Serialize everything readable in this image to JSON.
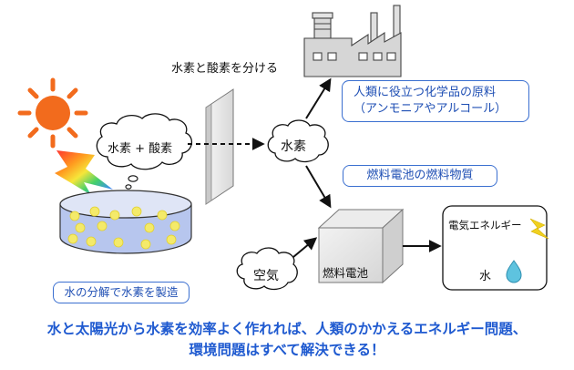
{
  "labels": {
    "separate": "水素と酸素を分ける",
    "cloud_left": "水素 + 酸素",
    "hydrogen": "水素",
    "air": "空気",
    "fuel_cell": "燃料電池",
    "electric_energy": "電気エネルギー",
    "water": "水"
  },
  "boxes": {
    "chem_line1": "人類に役立つ化学品の原料",
    "chem_line2": "（アンモニアやアルコール）",
    "fuel_material": "燃料電池の燃料物質",
    "water_split": "水の分解で水素を製造"
  },
  "bottom": {
    "line1": "水と太陽光から水素を効率よく作れれば、人類のかかえるエネルギー問題、",
    "line2": "環境問題はすべて解決できる！"
  },
  "colors": {
    "accent_blue": "#1f5ad0",
    "sun": "#f26b1d",
    "bubble": "#f4ea6a",
    "water": "#b7c6ee",
    "droplet": "#5ec3df",
    "bolt": "#f0d020"
  },
  "icons": [
    "sun-icon",
    "rainbow-bolt-icon",
    "factory-icon",
    "lightning-icon",
    "water-droplet-icon"
  ]
}
